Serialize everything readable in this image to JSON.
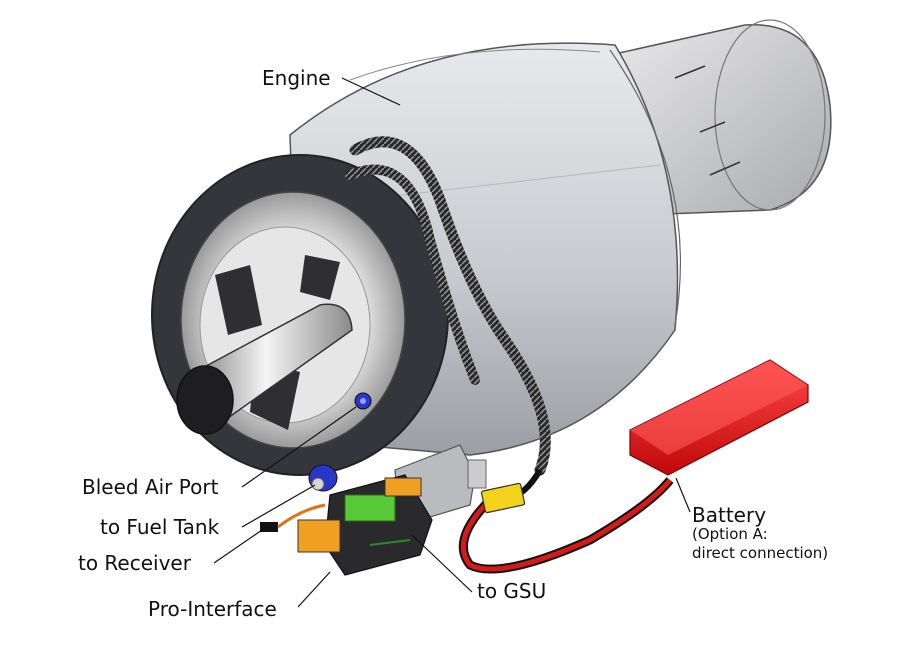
{
  "labels": {
    "engine": "Engine",
    "bleed_air_port": "Bleed Air Port",
    "fuel_tank": "to Fuel Tank",
    "receiver": "to Receiver",
    "pro_interface": "Pro-Interface",
    "gsu": "to GSU",
    "battery": "Battery",
    "battery_option": "(Option A:",
    "battery_connection": "direct connection)"
  },
  "colors": {
    "engine_body": "#cfd1d6",
    "engine_dark": "#3b3d42",
    "battery": "#e01010",
    "connector": "#f2d21a",
    "port_blue": "#2a36c8",
    "interface_orange": "#f0a020",
    "interface_green": "#58c838",
    "cable": "#111111",
    "wire_red": "#d61a1a"
  }
}
